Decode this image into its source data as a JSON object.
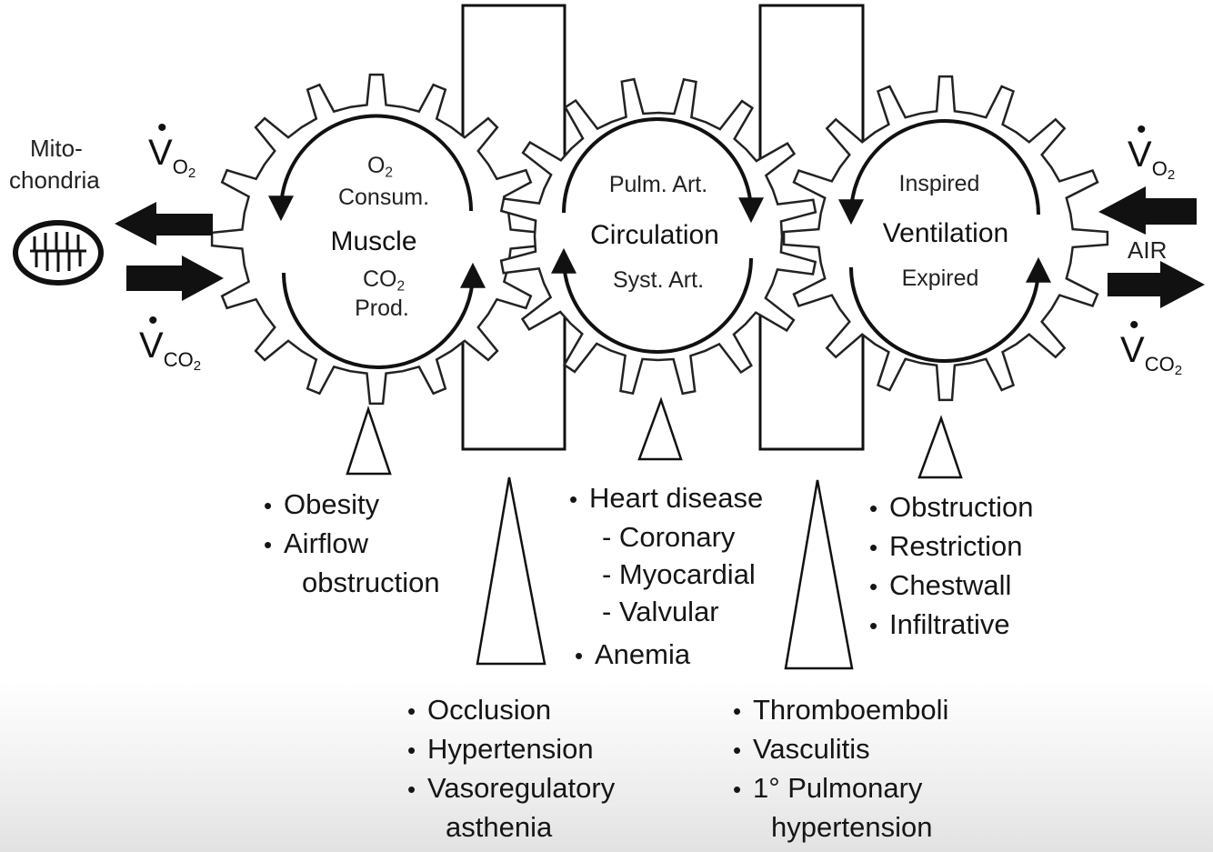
{
  "left_side": {
    "mitochondria_label_line1": "Mito-",
    "mitochondria_label_line2": "chondria",
    "vo2": {
      "letter": "V",
      "sub": "O",
      "subsub": "2"
    },
    "vco2": {
      "letter": "V",
      "sub": "CO",
      "subsub": "2"
    }
  },
  "right_side": {
    "vo2": {
      "letter": "V",
      "sub": "O",
      "subsub": "2"
    },
    "air_label": "AIR",
    "vco2": {
      "letter": "V",
      "sub": "CO",
      "subsub": "2"
    }
  },
  "gears": {
    "muscle": {
      "o2_main": "O",
      "o2_sub": "2",
      "consum": "Consum.",
      "title": "Muscle",
      "co2_main": "CO",
      "co2_sub": "2",
      "prod": "Prod."
    },
    "circulation": {
      "top": "Pulm. Art.",
      "title": "Circulation",
      "bottom": "Syst. Art."
    },
    "ventilation": {
      "top": "Inspired",
      "title": "Ventilation",
      "bottom": "Expired"
    }
  },
  "lists": {
    "muscle": [
      {
        "text": "Obesity",
        "kind": "bullet"
      },
      {
        "text": "Airflow",
        "kind": "bullet"
      },
      {
        "text": "obstruction",
        "kind": "cont"
      }
    ],
    "heart": [
      {
        "text": "Heart disease",
        "kind": "bullet"
      },
      {
        "text": "- Coronary",
        "kind": "sub"
      },
      {
        "text": "- Myocardial",
        "kind": "sub"
      },
      {
        "text": "- Valvular",
        "kind": "sub"
      }
    ],
    "anemia": [
      {
        "text": "Anemia",
        "kind": "bullet"
      }
    ],
    "ventilation": [
      {
        "text": "Obstruction",
        "kind": "bullet"
      },
      {
        "text": "Restriction",
        "kind": "bullet"
      },
      {
        "text": "Chestwall",
        "kind": "bullet"
      },
      {
        "text": "Infiltrative",
        "kind": "bullet"
      }
    ],
    "systemic": [
      {
        "text": "Occlusion",
        "kind": "bullet"
      },
      {
        "text": "Hypertension",
        "kind": "bullet"
      },
      {
        "text": "Vasoregulatory",
        "kind": "bullet"
      },
      {
        "text": "asthenia",
        "kind": "cont"
      }
    ],
    "pulmonary": [
      {
        "text": "Thromboemboli",
        "kind": "bullet"
      },
      {
        "text": "Vasculitis",
        "kind": "bullet"
      },
      {
        "text": "1° Pulmonary",
        "kind": "bullet"
      },
      {
        "text": "hypertension",
        "kind": "cont"
      }
    ]
  },
  "colors": {
    "ink": "#111111",
    "paper": "#ffffff"
  }
}
